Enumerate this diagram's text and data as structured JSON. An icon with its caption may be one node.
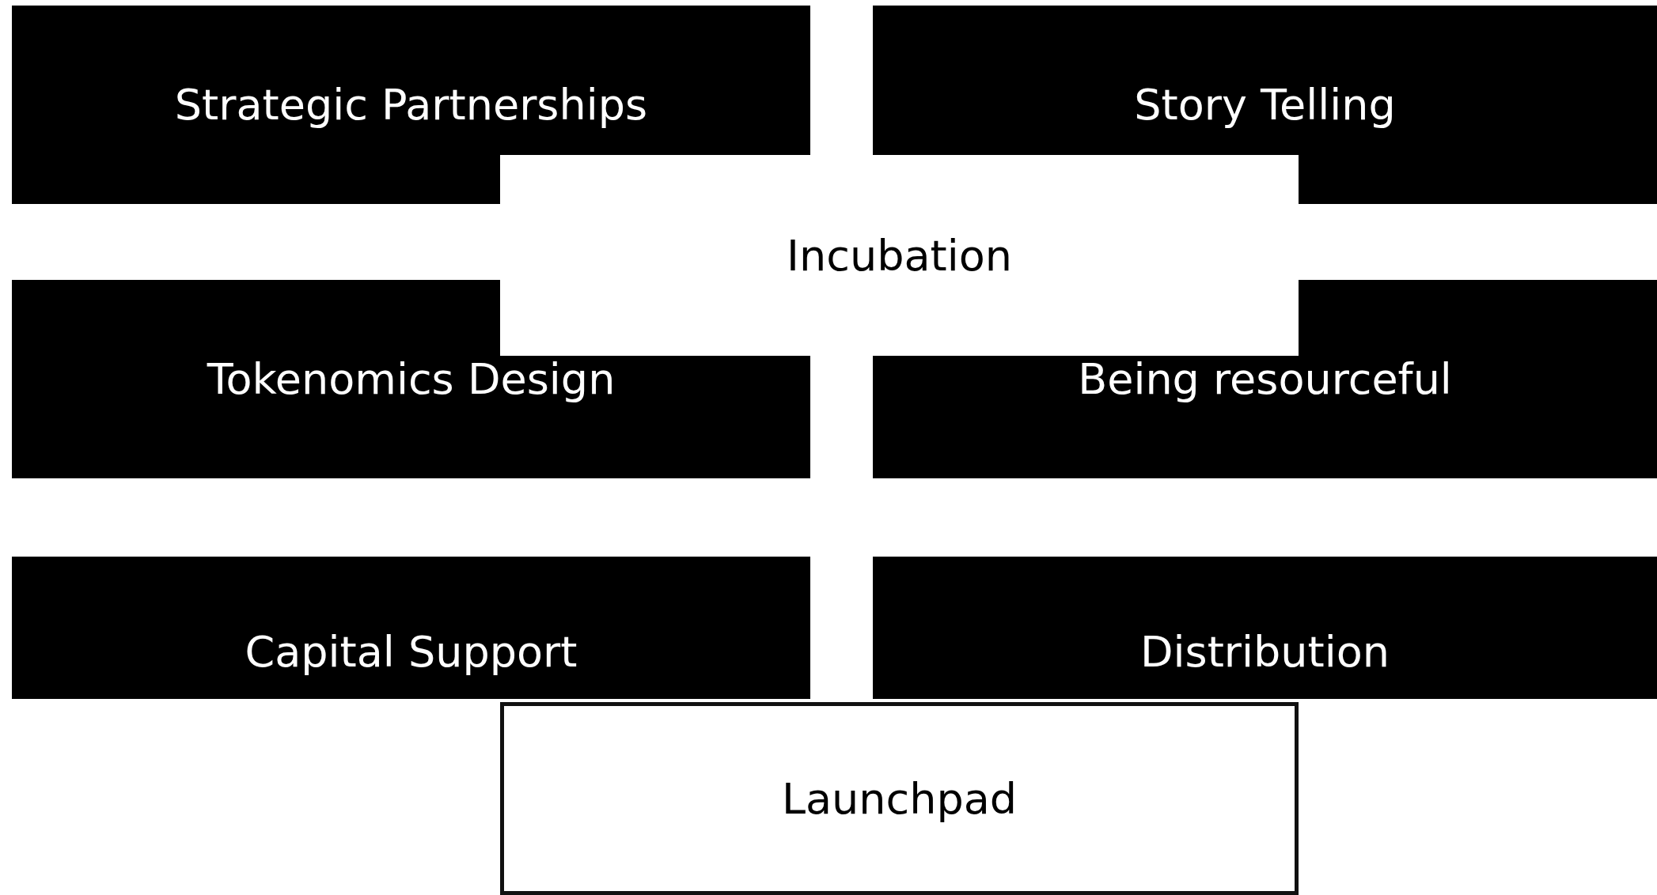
{
  "diagram": {
    "nodes": [
      {
        "text": [
          "Strategic Partnerships"
        ]
      },
      {
        "text": [
          "Story Telling"
        ]
      },
      {
        "text": [
          "Incubation"
        ]
      },
      {
        "text": [
          "Tokenomics Design"
        ]
      },
      {
        "text": [
          "Being resourceful"
        ]
      },
      {
        "text": [
          "Capital Support"
        ]
      },
      {
        "text": [
          "Distribution"
        ]
      },
      {
        "text": [
          "Launchpad"
        ]
      }
    ]
  }
}
